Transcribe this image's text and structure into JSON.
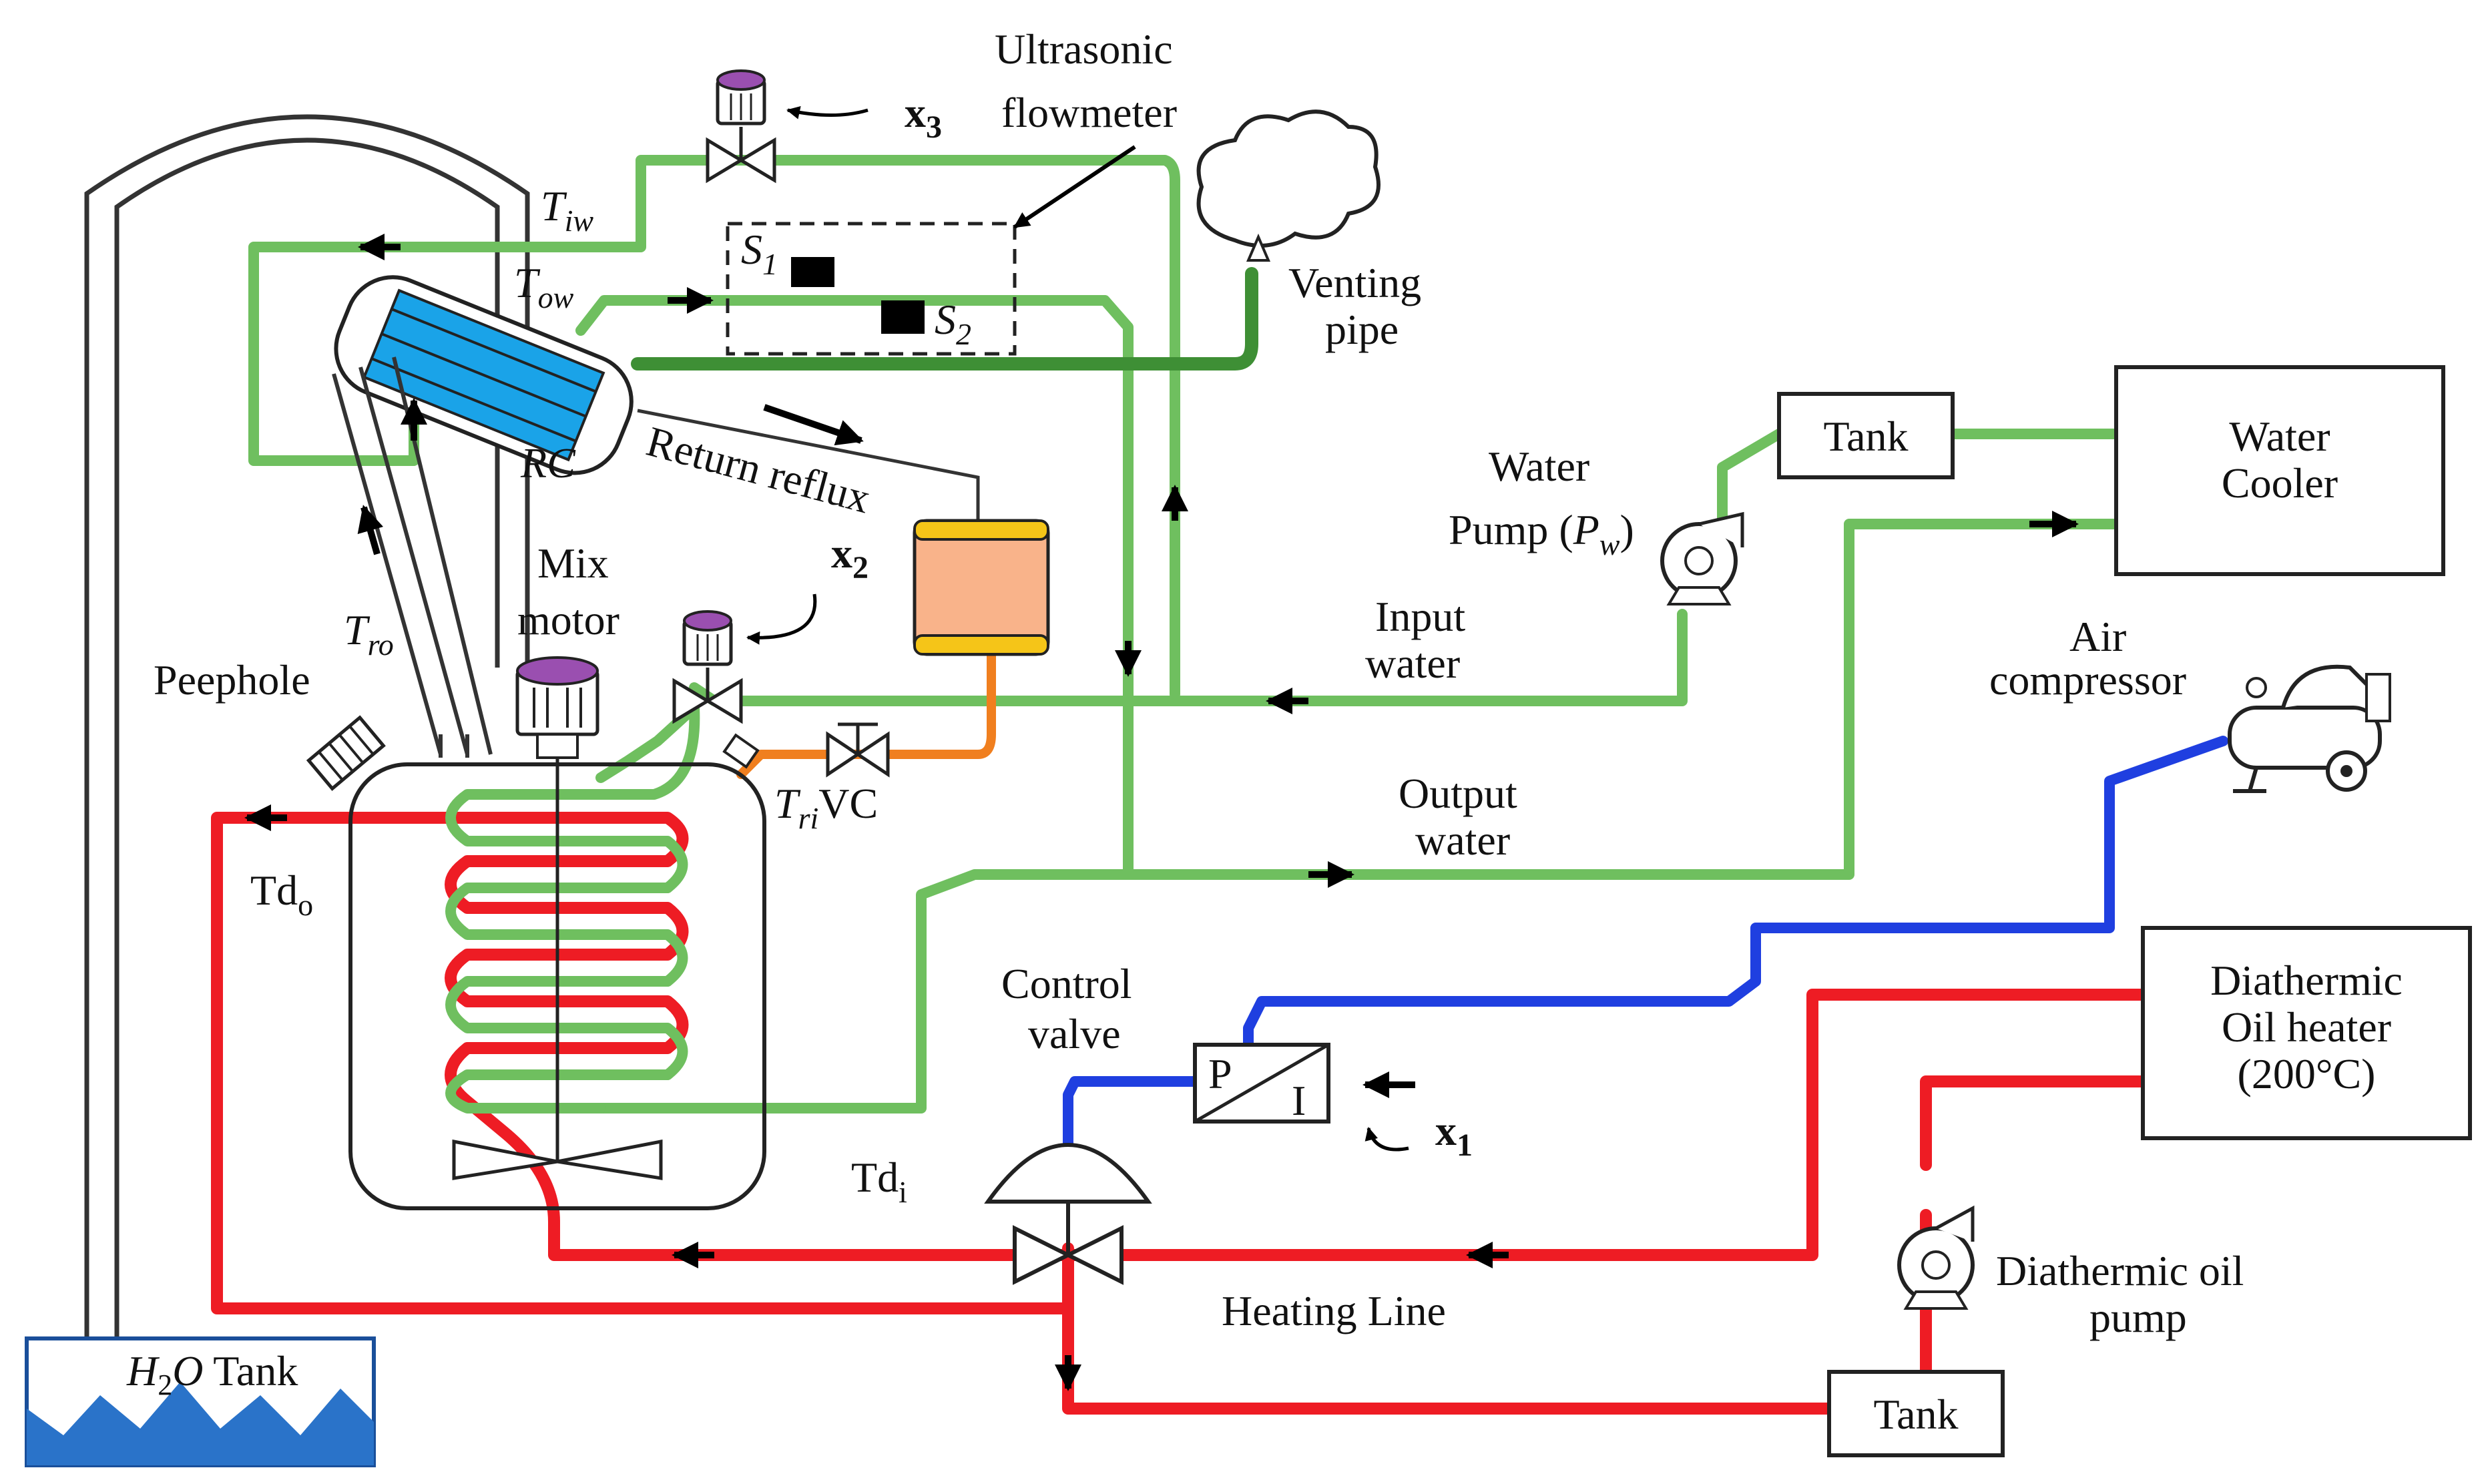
{
  "labels": {
    "ultrasonic_line1": "Ultrasonic",
    "ultrasonic_line2": "flowmeter",
    "x3": "x",
    "x3_sub": "3",
    "x2": "x",
    "x2_sub": "2",
    "x1": "x",
    "x1_sub": "1",
    "t_iw": "T",
    "t_iw_sub": "iw",
    "t_ow": "T",
    "t_ow_sub": "ow",
    "s1": "S",
    "s1_sub": "1",
    "s2": "S",
    "s2_sub": "2",
    "venting_line1": "Venting",
    "venting_line2": "pipe",
    "rc": "RC",
    "return_reflux": "Return reflux",
    "mix_line1": "Mix",
    "mix_line2": "motor",
    "t_ro": "T",
    "t_ro_sub": "ro",
    "peephole": "Peephole",
    "t_ri": "T",
    "t_ri_sub": "ri",
    "vc": "VC",
    "td_o": "Td",
    "td_o_sub": "o",
    "td_i": "Td",
    "td_i_sub": "i",
    "water_pump_line1": "Water",
    "water_pump_line2": "Pump (",
    "water_pump_pw": "P",
    "water_pump_pw_sub": "w",
    "water_pump_close": ")",
    "tank_top": "Tank",
    "water_cooler_line1": "Water",
    "water_cooler_line2": "Cooler",
    "input_water_line1": "Input",
    "input_water_line2": "water",
    "output_water_line1": "Output",
    "output_water_line2": "water",
    "air_comp_line1": "Air",
    "air_comp_line2": "compressor",
    "control_valve_line1": "Control",
    "control_valve_line2": "valve",
    "pi_p": "P",
    "pi_i": "I",
    "oil_heater_line1": "Diathermic",
    "oil_heater_line2": "Oil heater",
    "oil_heater_line3": "(200°C)",
    "heating_line": "Heating Line",
    "oil_pump_line1": "Diathermic oil",
    "oil_pump_line2": "pump",
    "tank_bottom": "Tank",
    "h2o_tank_h": "H",
    "h2o_tank_2": "2",
    "h2o_tank_o": "O",
    "h2o_tank_word": " Tank"
  },
  "colors": {
    "water_pipe": "#6fbf5f",
    "vent_pipe": "#3e8f35",
    "oil_pipe": "#ee1c24",
    "air_pipe": "#1f3fe0",
    "reflux_pipe": "#f07f1f",
    "condenser_fill": "#1aa3e8",
    "reflux_tank": "#f9b38a",
    "reflux_tank_band": "#f5c518",
    "valve_cap": "#9a4fb0",
    "h2o_tank": "#2a73c9"
  }
}
